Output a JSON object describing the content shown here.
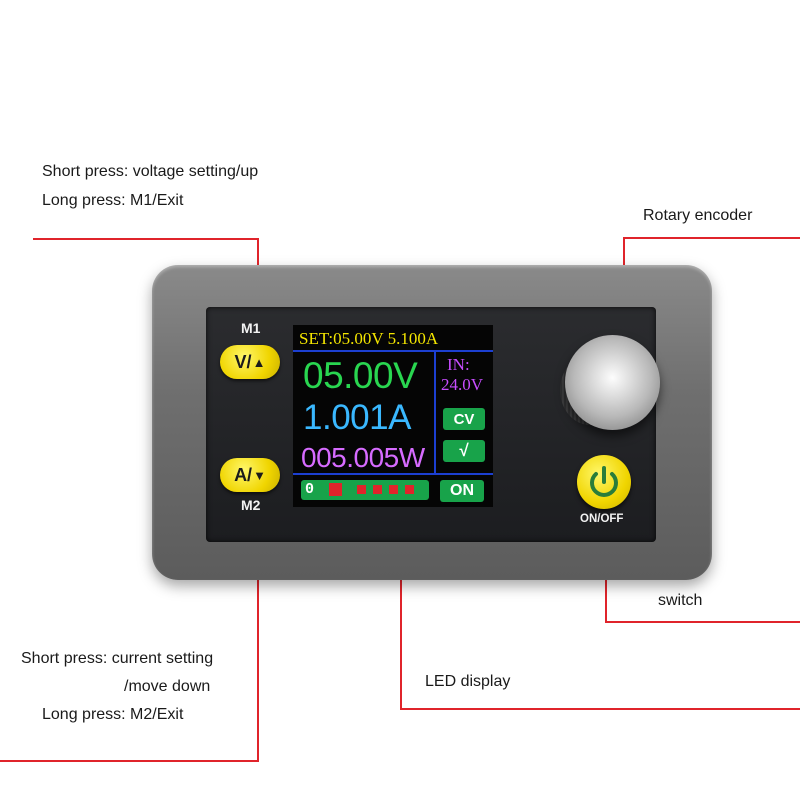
{
  "annotations": {
    "m1_short": "Short press: voltage setting/up",
    "m1_long": "Long press: M1/Exit",
    "encoder": "Rotary encoder",
    "switch": "switch",
    "m2_short": "Short press: current setting",
    "m2_short_cont": "/move down",
    "m2_long": "Long press: M2/Exit",
    "display": "LED display"
  },
  "device": {
    "m1_label": "M1",
    "m2_label": "M2",
    "btn_up": "V/",
    "btn_up_icon": "▲",
    "btn_down": "A/",
    "btn_down_icon": "▼",
    "onoff_label": "ON/OFF",
    "power_icon": "power-icon"
  },
  "screen": {
    "set_line": "SET:05.00V 5.100A",
    "voltage": "05.00V",
    "current": "1.001A",
    "power": "005.005W",
    "input_label": "IN:",
    "input_value": "24.0V",
    "mode_badge": "CV",
    "ok_badge": "√",
    "output_badge": "ON",
    "bar_index": "0"
  },
  "colors": {
    "leader": "#e0242b",
    "voltage": "#29d650",
    "current": "#3ab8ff",
    "power": "#d66bff",
    "set_line": "#f4e600",
    "badge": "#18a34a",
    "button": "#f0d500"
  }
}
